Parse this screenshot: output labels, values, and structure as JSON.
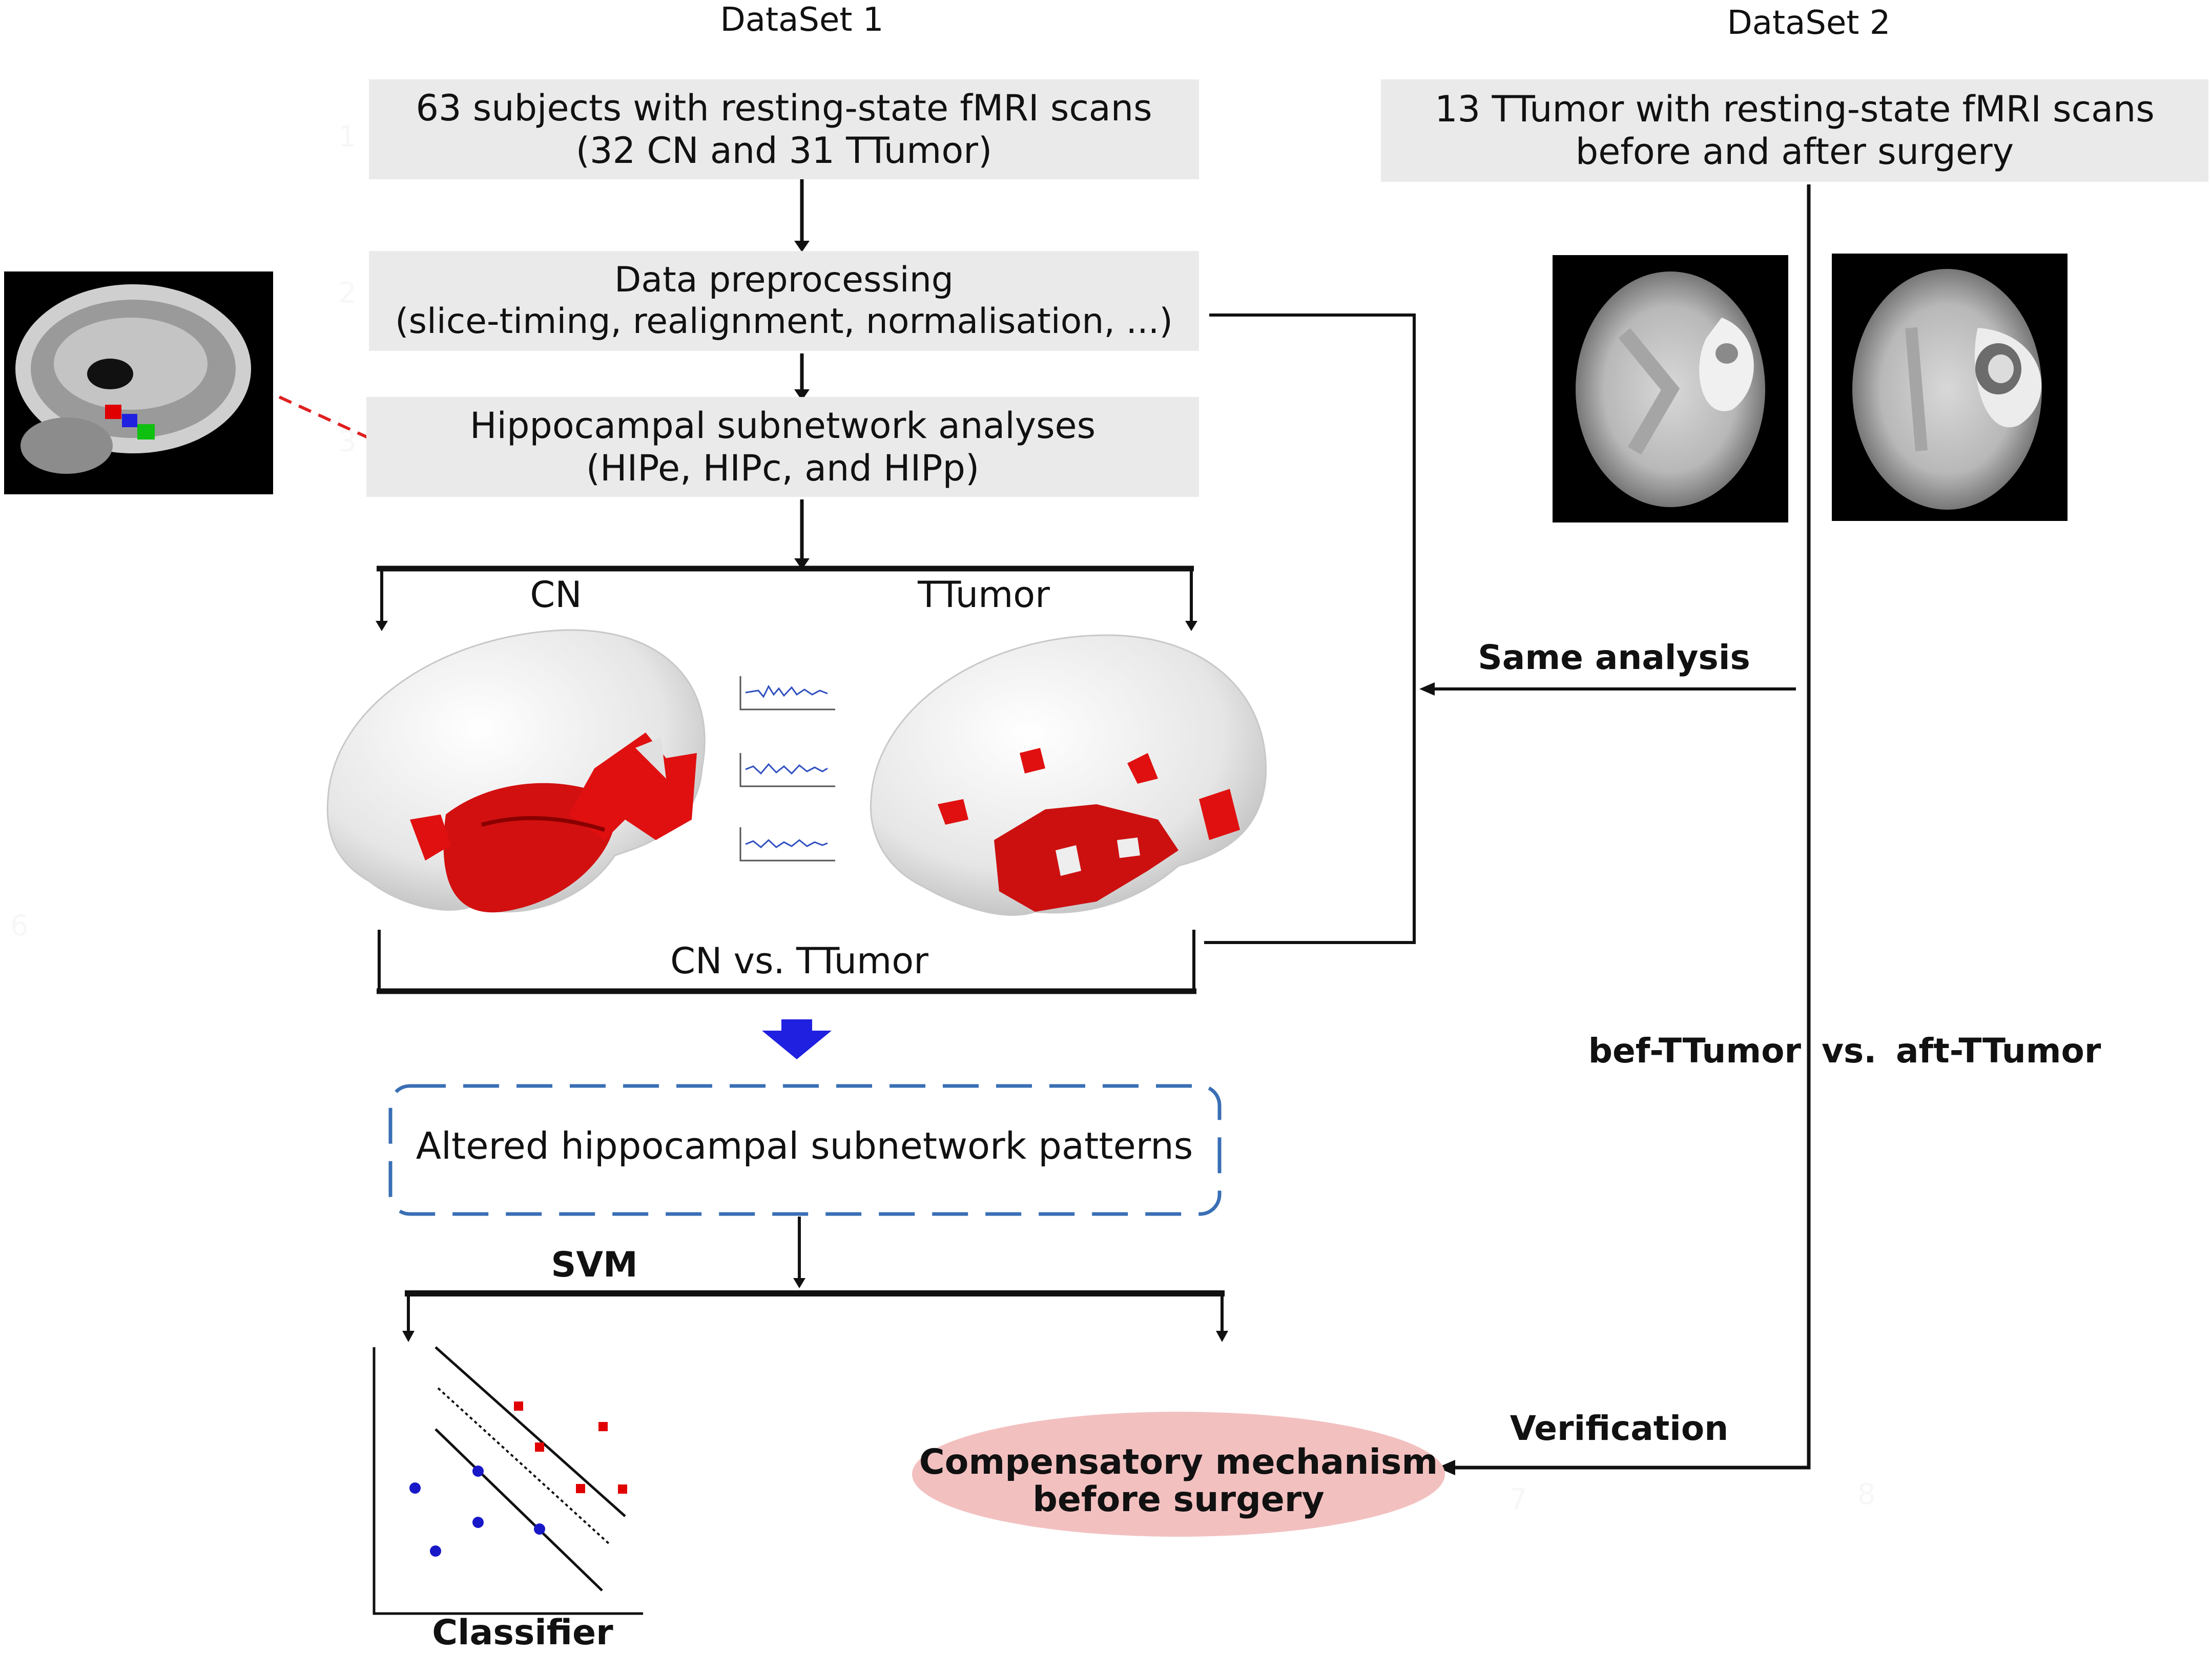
{
  "dataset1": {
    "title": "DataSet 1"
  },
  "dataset2": {
    "title": "DataSet 2"
  },
  "box_subjects": {
    "line1": "63 subjects with resting-state fMRI scans",
    "line2": "(32 CN and 31 TTumor)"
  },
  "box_preproc": {
    "line1": "Data preprocessing",
    "line2": "(slice-timing, realignment, normalisation, ...)"
  },
  "box_hippo": {
    "line1": "Hippocampal subnetwork analyses",
    "line2": "(HIPe, HIPc, and HIPp)"
  },
  "box_ds2": {
    "line1": "13 TTumor with resting-state fMRI scans",
    "line2": "before and after surgery"
  },
  "groups": {
    "cn": "CN",
    "ttumor": "TTumor",
    "comparison": "CN vs. TTumor"
  },
  "same_analysis": "Same analysis",
  "bef_label": "bef-TTumor",
  "vs_label": "vs.",
  "aft_label": "aft-TTumor",
  "altered": "Altered hippocampal subnetwork patterns",
  "svm": "SVM",
  "classifier": "Classifier",
  "verification": "Verification",
  "compensatory": {
    "line1": "Compensatory mechanism",
    "line2": "before surgery"
  },
  "step_numbers": [
    "1",
    "2",
    "3",
    "6",
    "7",
    "8"
  ],
  "colors": {
    "box_fill": "#eaeaea",
    "arrow_blue": "#2020e0",
    "dashed_blue": "#3a6fb5",
    "ellipse_pink": "#f3c0c0",
    "activation_red": "#e01010",
    "svm_red": "#e00000",
    "svm_blue": "#1818c8",
    "connector_red": "#e02020"
  }
}
